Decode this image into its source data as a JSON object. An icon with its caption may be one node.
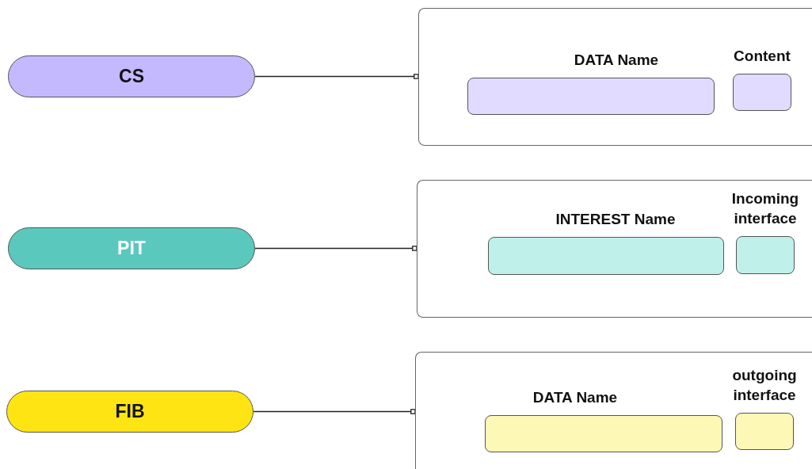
{
  "diagram": {
    "nodes": [
      {
        "text": [
          "CS"
        ]
      },
      {
        "text": [],
        "shape": "box"
      },
      {
        "text": [
          "DATA Name"
        ],
        "in": 1
      },
      {
        "text": [
          "Content"
        ],
        "in": 1
      },
      {
        "text": [
          "PIT"
        ]
      },
      {
        "text": [],
        "shape": "box"
      },
      {
        "text": [
          "INTEREST Name"
        ],
        "in": 5
      },
      {
        "text": [
          "Incoming interface"
        ],
        "in": 5
      },
      {
        "text": [
          "FIB"
        ]
      },
      {
        "text": [],
        "shape": "box"
      },
      {
        "text": [
          "DATA Name"
        ],
        "in": 9
      },
      {
        "text": [
          "outgoing interface"
        ],
        "in": 9
      }
    ],
    "edges": [
      {
        "from": 0,
        "to": 1,
        "arrow": "other"
      },
      {
        "from": 4,
        "to": 5,
        "arrow": "other"
      },
      {
        "from": 8,
        "to": 9,
        "arrow": "other"
      }
    ]
  }
}
